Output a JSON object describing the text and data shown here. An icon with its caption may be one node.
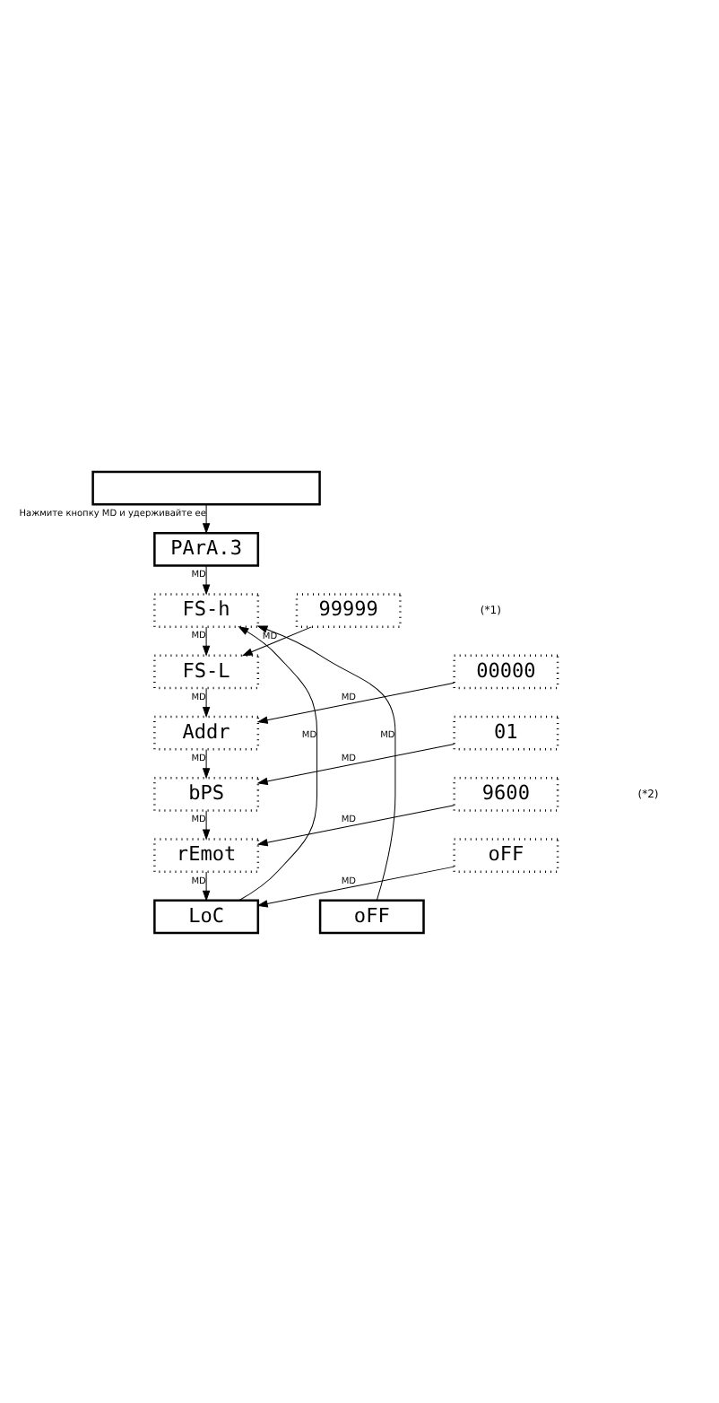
{
  "diagram": {
    "nodes": [
      {
        "text": [],
        "shape": "box"
      },
      {
        "text": [
          "PArA.3"
        ]
      },
      {
        "text": [
          "FS-h"
        ]
      },
      {
        "text": [
          "99999"
        ]
      },
      {
        "text": [
          "FS-L"
        ]
      },
      {
        "text": [
          "00000"
        ]
      },
      {
        "text": [
          "Addr"
        ]
      },
      {
        "text": [
          "01"
        ]
      },
      {
        "text": [
          "bPS"
        ]
      },
      {
        "text": [
          "9600"
        ]
      },
      {
        "text": [
          "rEmot"
        ]
      },
      {
        "text": [
          "oFF"
        ]
      },
      {
        "text": [
          "LoC"
        ]
      },
      {
        "text": [
          "oFF"
        ]
      }
    ],
    "edges": [
      {
        "from": 0,
        "to": 1,
        "arrow": "to",
        "label": "Нажмите кнопку MD и удерживайте ее"
      },
      {
        "from": 1,
        "to": 2,
        "arrow": "to",
        "label": "MD"
      },
      {
        "from": 2,
        "to": 4,
        "arrow": "to",
        "label": "MD"
      },
      {
        "from": 3,
        "to": 4,
        "arrow": "to",
        "label": "MD"
      },
      {
        "from": 4,
        "to": 6,
        "arrow": "to",
        "label": "MD"
      },
      {
        "from": 5,
        "to": 6,
        "arrow": "to",
        "label": "MD"
      },
      {
        "from": 6,
        "to": 8,
        "arrow": "to",
        "label": "MD"
      },
      {
        "from": 7,
        "to": 8,
        "arrow": "to",
        "label": "MD"
      },
      {
        "from": 8,
        "to": 10,
        "arrow": "to",
        "label": "MD"
      },
      {
        "from": 9,
        "to": 10,
        "arrow": "to",
        "label": "MD"
      },
      {
        "from": 10,
        "to": 12,
        "arrow": "to",
        "label": "MD"
      },
      {
        "from": 11,
        "to": 12,
        "arrow": "to",
        "label": "MD"
      },
      {
        "from": 12,
        "to": 2,
        "arrow": "to",
        "label": "MD"
      },
      {
        "from": 13,
        "to": 2,
        "arrow": "to",
        "label": "MD"
      }
    ],
    "labels": [
      "(*1)",
      "(*2)"
    ]
  }
}
